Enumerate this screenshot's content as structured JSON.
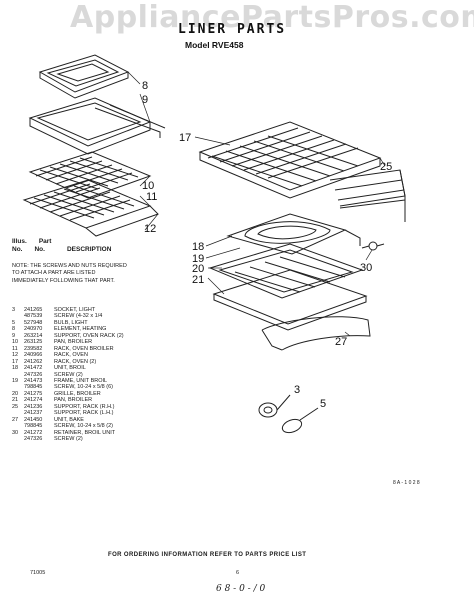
{
  "watermark": "AppliancePartsPros.com",
  "header": {
    "title": "LINER PARTS",
    "model": "Model RVE458"
  },
  "callouts": [
    "8",
    "9",
    "10",
    "11",
    "12",
    "17",
    "25",
    "18",
    "19",
    "20",
    "21",
    "30",
    "27",
    "3",
    "5"
  ],
  "table": {
    "col_ills": "Illus.",
    "col_part": "Part",
    "col_no": "No.",
    "col_no2": "No.",
    "col_desc": "DESCRIPTION",
    "note": "NOTE: THE SCREWS AND NUTS REQUIRED TO ATTACH A PART ARE LISTED IMMEDIATELY FOLLOWING THAT PART.",
    "rows": [
      {
        "no": "3",
        "part": "241265",
        "desc": "SOCKET, LIGHT"
      },
      {
        "no": "",
        "part": "487539",
        "desc": "SCREW (4-32 x 1/4"
      },
      {
        "no": "5",
        "part": "527948",
        "desc": "BULB, LIGHT"
      },
      {
        "no": "8",
        "part": "240970",
        "desc": "ELEMENT, HEATING"
      },
      {
        "no": "9",
        "part": "263214",
        "desc": "SUPPORT, OVEN RACK (2)"
      },
      {
        "no": "10",
        "part": "263125",
        "desc": "PAN, BROILER"
      },
      {
        "no": "11",
        "part": "239582",
        "desc": "RACK, OVEN BROILER"
      },
      {
        "no": "12",
        "part": "240966",
        "desc": "RACK, OVEN"
      },
      {
        "no": "17",
        "part": "241262",
        "desc": "RACK, OVEN (2)"
      },
      {
        "no": "18",
        "part": "241472",
        "desc": "UNIT, BROIL"
      },
      {
        "no": "",
        "part": "247326",
        "desc": "SCREW (2)"
      },
      {
        "no": "19",
        "part": "241473",
        "desc": "FRAME, UNIT BROIL"
      },
      {
        "no": "",
        "part": "798845",
        "desc": "SCREW, 10-24 x 5/8 (6)"
      },
      {
        "no": "20",
        "part": "241275",
        "desc": "GRILLE, BROILER"
      },
      {
        "no": "21",
        "part": "241274",
        "desc": "PAN, BROILER"
      },
      {
        "no": "25",
        "part": "241236",
        "desc": "SUPPORT, RACK (R.H.)"
      },
      {
        "no": "",
        "part": "241237",
        "desc": "SUPPORT, RACK (L.H.)"
      },
      {
        "no": "27",
        "part": "241450",
        "desc": "UNIT, BAKE"
      },
      {
        "no": "",
        "part": "798845",
        "desc": "SCREW, 10-24 x 5/8 (2)"
      },
      {
        "no": "30",
        "part": "241272",
        "desc": "RETAINER, BROIL UNIT"
      },
      {
        "no": "",
        "part": "247326",
        "desc": "SCREW (2)"
      }
    ]
  },
  "ref_code": "8 A - 1 0 2 8",
  "footer": "FOR ORDERING INFORMATION REFER TO PARTS PRICE LIST",
  "doc_code": "71005",
  "page_no": "6",
  "handwritten": "6 8 - 0 - / 0"
}
